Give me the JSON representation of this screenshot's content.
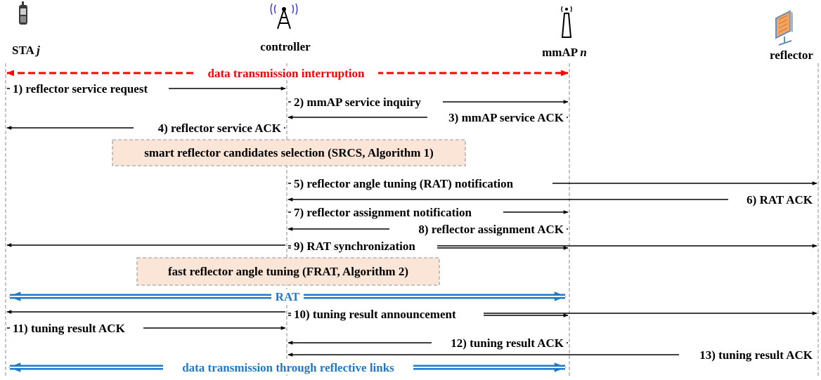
{
  "participants": [
    {
      "name": "STA",
      "var": "j",
      "icon": "phone-icon"
    },
    {
      "name": "controller",
      "var": "",
      "icon": "tower-icon"
    },
    {
      "name": "mmAP",
      "var": "n",
      "icon": "antenna-icon"
    },
    {
      "name": "reflector",
      "var": "",
      "icon": "reflector-panel-icon"
    }
  ],
  "colors": {
    "lifeline": "#a6a6a6",
    "interrupt": "#ff0000",
    "rat": "#1f78c8",
    "box_fill": "#fbe5d6",
    "box_border": "#a6a6a6"
  },
  "interruption_label": "data transmission interruption",
  "steps": {
    "s1": "1) reflector service request",
    "s2": "2) mmAP service inquiry",
    "s3": "3) mmAP service ACK",
    "s4": "4) reflector service ACK",
    "s5": "5) reflector angle tuning (RAT) notification",
    "s6": "6) RAT ACK",
    "s7": "7) reflector assignment notification",
    "s8": "8) reflector assignment ACK",
    "s9": "9) RAT synchronization",
    "s10": "10) tuning result announcement",
    "s11": "11) tuning result ACK",
    "s12": "12) tuning result ACK",
    "s13": "13) tuning result ACK"
  },
  "boxes": {
    "srcs": "smart reflector candidates selection (SRCS, Algorithm 1)",
    "frat": "fast reflector angle tuning (FRAT, Algorithm 2)"
  },
  "rat_label": "RAT",
  "data_label": "data transmission through reflective links"
}
